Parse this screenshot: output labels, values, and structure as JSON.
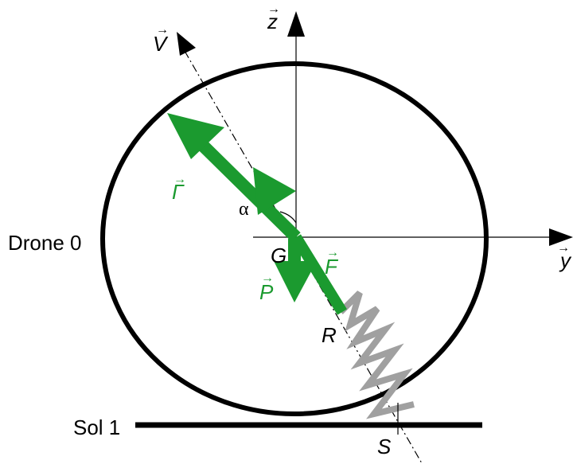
{
  "labels": {
    "drone": "Drone 0",
    "sol": "Sol 1",
    "point_g": "G",
    "point_r": "R",
    "point_s": "S",
    "angle": "α",
    "vec_v": "V",
    "vec_z": "z",
    "vec_y": "y",
    "vec_gamma": "Γ",
    "vec_f": "F",
    "vec_p": "P",
    "vec_mark": "→"
  },
  "colors": {
    "green": "#1b9a2f",
    "black": "#000000",
    "spring": "#a0a0a0"
  }
}
